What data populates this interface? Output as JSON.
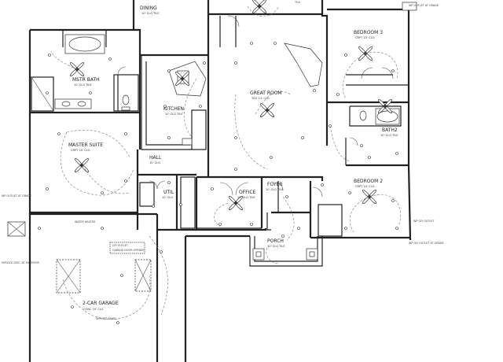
{
  "rooms": {
    "bedroom3": {
      "name": "BEDROOM 3",
      "sub": "CRPT    10' CLG"
    },
    "bedroom2": {
      "name": "BEDROOM 2",
      "sub": "CRPT    10' CLG"
    },
    "bath2": {
      "name": "BATH2",
      "sub": "10' CLG  TILE"
    },
    "master_bath": {
      "name": "MSTR BATH",
      "sub": "10' CLG TILE"
    },
    "master_suite": {
      "name": "MASTER SUITE",
      "sub": "CRPT    10' CLG"
    },
    "kitchen": {
      "name": "KITCHEN",
      "sub": "10' CLG TILE"
    },
    "great_room": {
      "name": "GREAT ROOM",
      "sub": "TILE    12' CLG"
    },
    "foyer": {
      "name": "FOYER",
      "sub": "10' CLG TILE"
    },
    "hall": {
      "name": "HALL",
      "sub": "10' CLG"
    },
    "util": {
      "name": "UTIL",
      "sub": "10' CLG"
    },
    "office": {
      "name": "OFFICE",
      "sub": "10' CLG TILE"
    },
    "porch": {
      "name": "PORCH",
      "sub": "10' CLG TILE"
    },
    "garage": {
      "name": "2-CAR GARAGE",
      "sub": "CONC     10' CLG"
    },
    "dining": {
      "name": "DINING",
      "sub": "10' CLG TILE"
    }
  },
  "notes": {
    "panel": "SERVICE PANEL",
    "garage_note_1": "GFI OUTLET",
    "garage_note_2": "GARAGE DOOR OPENER",
    "right_note": "WP GFI OUTLET",
    "left_note_top": "WP OUTLET AT GRADE",
    "left_note_bottom": "SERVICE DISC. AT EXTERIOR",
    "bottom_right_note": "WP GFI OUTLET AT GRADE",
    "top_right_note": "WP OUTLET AT GRADE",
    "heater": "WATER HEATER",
    "tile": "TILE"
  }
}
